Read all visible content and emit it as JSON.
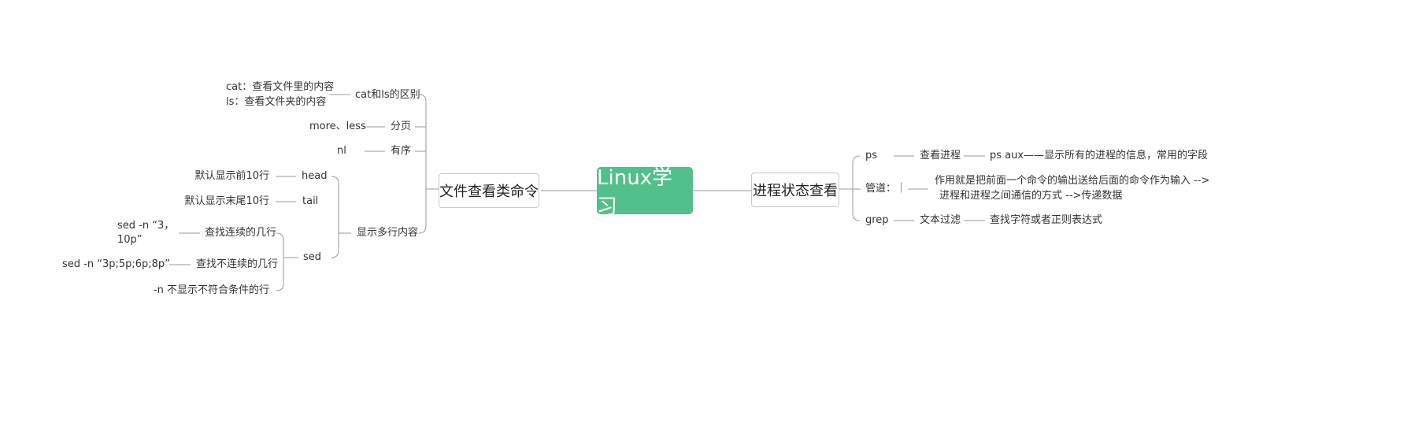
{
  "root": {
    "label": "Linux学习",
    "color": "#52c08a"
  },
  "left_topic": {
    "label": "文件查看类命令",
    "branches": {
      "diff": {
        "label": "cat和ls的区别",
        "leaves": [
          "cat：查看文件里的内容",
          "ls：查看文件夹的内容"
        ]
      },
      "paging": {
        "label": "分页",
        "leaf": "more、less"
      },
      "ordered": {
        "label": "有序",
        "leaf": "nl"
      },
      "multiline": {
        "label": "显示多行内容",
        "head": {
          "label": "head",
          "leaf": "默认显示前10行"
        },
        "tail": {
          "label": "tail",
          "leaf": "默认显示末尾10行"
        },
        "sed": {
          "label": "sed",
          "contiguous": {
            "label": "查找连续的几行",
            "leaf_line1": "sed -n “3，",
            "leaf_line2": "10p”"
          },
          "noncontiguous": {
            "label": "查找不连续的几行",
            "leaf": "sed -n “3p;5p;6p;8p”"
          },
          "suppress": {
            "label": "-n 不显示不符合条件的行"
          }
        }
      }
    }
  },
  "right_topic": {
    "label": "进程状态查看",
    "branches": {
      "ps": {
        "label": "ps",
        "child": "查看进程",
        "leaf": "ps aux——显示所有的进程的信息，常用的字段"
      },
      "pipe": {
        "label": "管道：｜",
        "leaf_line1": "作用就是把前面一个命令的输出送给后面的命令作为输入 -->",
        "leaf_line2": "进程和进程之间通信的方式 -->传递数据"
      },
      "grep": {
        "label": "grep",
        "child": "文本过滤",
        "leaf": "查找字符或者正则表达式"
      }
    }
  },
  "colors": {
    "line": "#9a9a9a",
    "box_border": "#c8c8c8",
    "text": "#333333"
  }
}
